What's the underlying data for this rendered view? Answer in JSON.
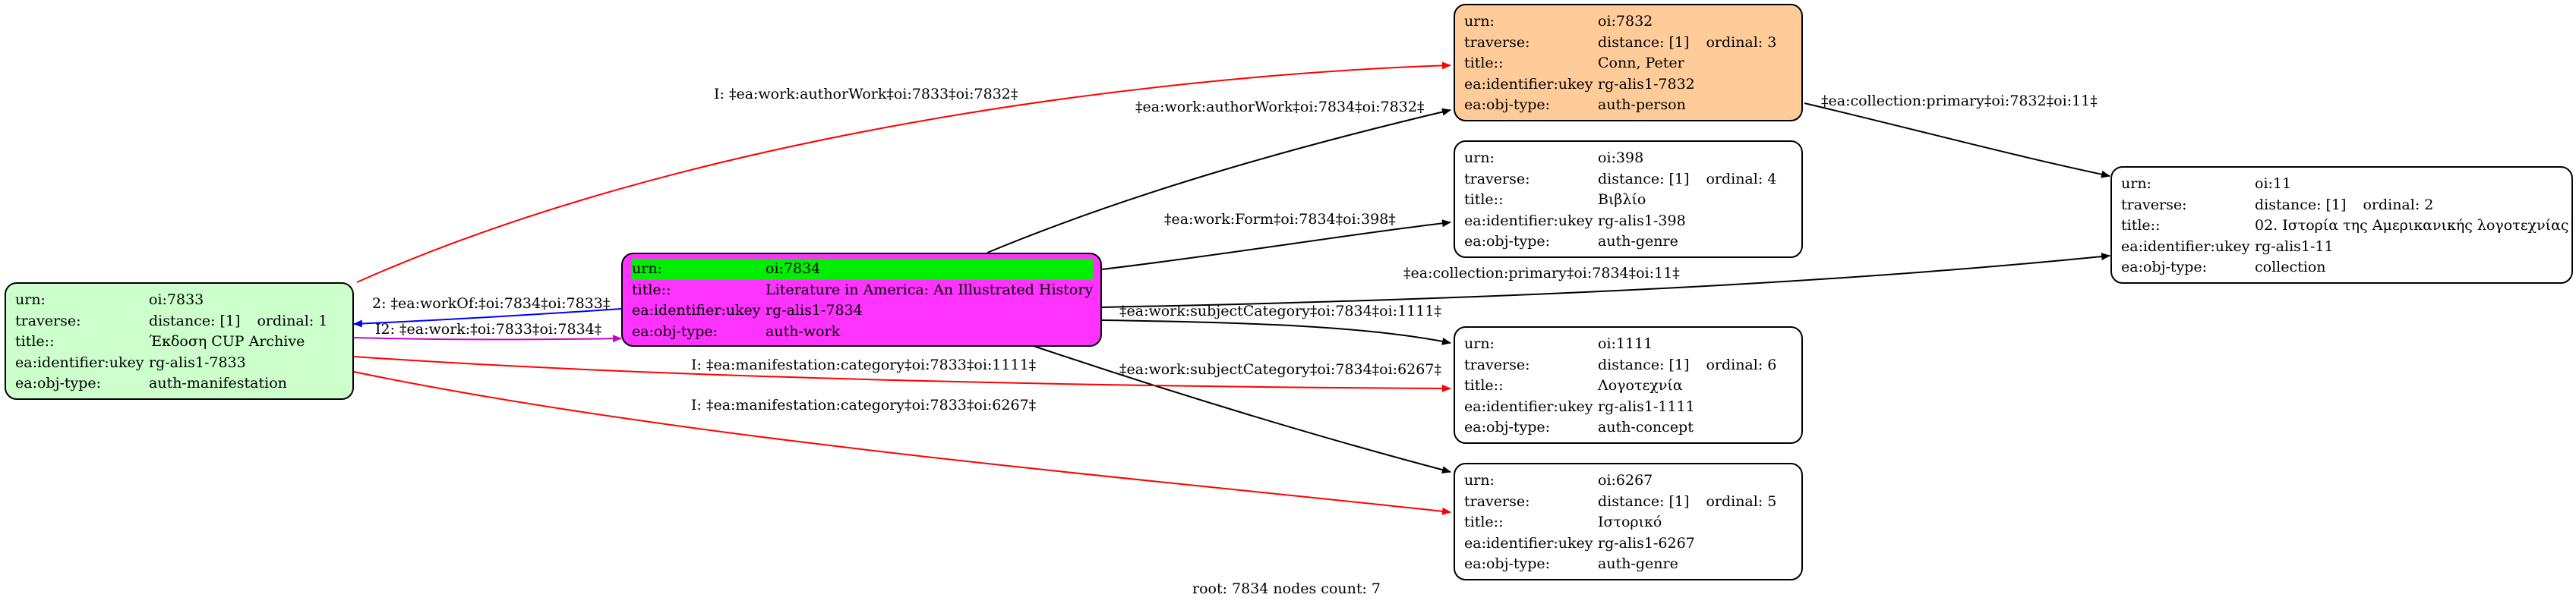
{
  "nodes": {
    "n7833": {
      "urn_key": "urn:",
      "urn": "oi:7833",
      "traverse_key": "traverse:",
      "distance": "distance: [1]",
      "ordinal": "ordinal: 1",
      "title_key": "title::",
      "title": "Έκδοση CUP Archive",
      "ukey_key": "ea:identifier:ukey",
      "ukey": "rg-alis1-7833",
      "type_key": "ea:obj-type:",
      "type": "auth-manifestation",
      "fill": "#ccffcc"
    },
    "n7834": {
      "urn_key": "urn:",
      "urn": "oi:7834",
      "title_key": "title::",
      "title": "Literature in America: An Illustrated History",
      "ukey_key": "ea:identifier:ukey",
      "ukey": "rg-alis1-7834",
      "type_key": "ea:obj-type:",
      "type": "auth-work",
      "fill": "#ff33ff",
      "highlight": "#00ee00"
    },
    "n7832": {
      "urn_key": "urn:",
      "urn": "oi:7832",
      "traverse_key": "traverse:",
      "distance": "distance: [1]",
      "ordinal": "ordinal: 3",
      "title_key": "title::",
      "title": "Conn, Peter",
      "ukey_key": "ea:identifier:ukey",
      "ukey": "rg-alis1-7832",
      "type_key": "ea:obj-type:",
      "type": "auth-person",
      "fill": "#ffcc99"
    },
    "n398": {
      "urn_key": "urn:",
      "urn": "oi:398",
      "traverse_key": "traverse:",
      "distance": "distance: [1]",
      "ordinal": "ordinal: 4",
      "title_key": "title::",
      "title": "Βιβλίο",
      "ukey_key": "ea:identifier:ukey",
      "ukey": "rg-alis1-398",
      "type_key": "ea:obj-type:",
      "type": "auth-genre",
      "fill": "#ffffff"
    },
    "n11": {
      "urn_key": "urn:",
      "urn": "oi:11",
      "traverse_key": "traverse:",
      "distance": "distance: [1]",
      "ordinal": "ordinal: 2",
      "title_key": "title::",
      "title": "02. Ιστορία της Αμερικανικής λογοτεχνίας",
      "ukey_key": "ea:identifier:ukey",
      "ukey": "rg-alis1-11",
      "type_key": "ea:obj-type:",
      "type": "collection",
      "fill": "#ffffff"
    },
    "n1111": {
      "urn_key": "urn:",
      "urn": "oi:1111",
      "traverse_key": "traverse:",
      "distance": "distance: [1]",
      "ordinal": "ordinal: 6",
      "title_key": "title::",
      "title": "Λογοτεχνία",
      "ukey_key": "ea:identifier:ukey",
      "ukey": "rg-alis1-1111",
      "type_key": "ea:obj-type:",
      "type": "auth-concept",
      "fill": "#ffffff"
    },
    "n6267": {
      "urn_key": "urn:",
      "urn": "oi:6267",
      "traverse_key": "traverse:",
      "distance": "distance: [1]",
      "ordinal": "ordinal: 5",
      "title_key": "title::",
      "title": "Ιστορικό",
      "ukey_key": "ea:identifier:ukey",
      "ukey": "rg-alis1-6267",
      "type_key": "ea:obj-type:",
      "type": "auth-genre",
      "fill": "#ffffff"
    }
  },
  "edges": {
    "e_authorWork_7833": {
      "label": "I: ‡ea:work:authorWork‡oi:7833‡oi:7832‡",
      "color": "#ff0000"
    },
    "e_authorWork_7834": {
      "label": "‡ea:work:authorWork‡oi:7834‡oi:7832‡",
      "color": "#000000"
    },
    "e_collection_7832": {
      "label": "‡ea:collection:primary‡oi:7832‡oi:11‡",
      "color": "#000000"
    },
    "e_form_7834": {
      "label": "‡ea:work:Form‡oi:7834‡oi:398‡",
      "color": "#000000"
    },
    "e_collection_7834": {
      "label": "‡ea:collection:primary‡oi:7834‡oi:11‡",
      "color": "#000000"
    },
    "e_workOf": {
      "label": "2: ‡ea:workOf:‡oi:7834‡oi:7833‡",
      "color": "#0000ff"
    },
    "e_work": {
      "label": "I2: ‡ea:work:‡oi:7833‡oi:7834‡",
      "color": "#cc00cc"
    },
    "e_subject_1111": {
      "label": "‡ea:work:subjectCategory‡oi:7834‡oi:1111‡",
      "color": "#000000"
    },
    "e_subject_6267": {
      "label": "‡ea:work:subjectCategory‡oi:7834‡oi:6267‡",
      "color": "#000000"
    },
    "e_manif_1111": {
      "label": "I: ‡ea:manifestation:category‡oi:7833‡oi:1111‡",
      "color": "#ff0000"
    },
    "e_manif_6267": {
      "label": "I: ‡ea:manifestation:category‡oi:7833‡oi:6267‡",
      "color": "#ff0000"
    }
  },
  "footer": "root: 7834 nodes count: 7"
}
